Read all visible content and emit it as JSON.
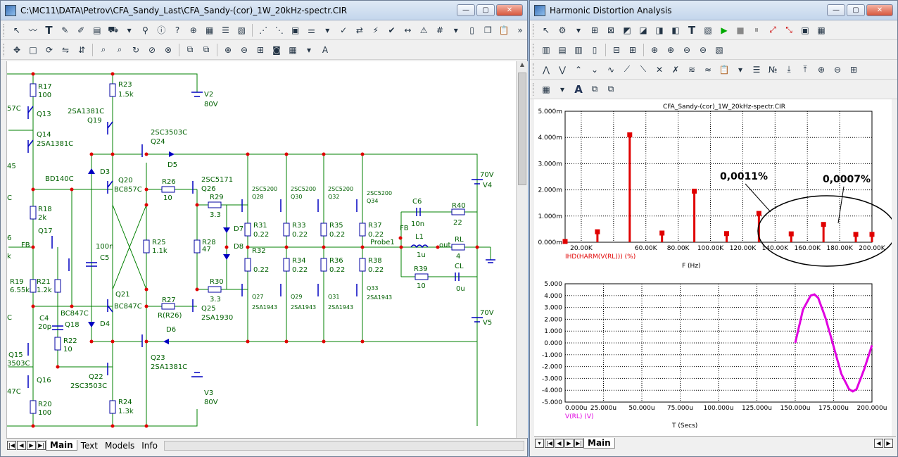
{
  "schematic_window": {
    "title": "C:\\MC11\\DATA\\Petrov\\CFA_Sandy_Last\\CFA_Sandy-(cor)_1W_20kHz-spectr.CIR",
    "tabs": [
      "Main",
      "Text",
      "Models",
      "Info"
    ],
    "active_tab": "Main",
    "components": {
      "r17": "R17",
      "r17v": "100",
      "r23": "R23",
      "r23v": "1.5k",
      "v2": "V2",
      "v2v": "80V",
      "q13": "Q13",
      "q13p": "57C",
      "q14": "Q14",
      "q14t": "2SA1381C",
      "q19t": "2SA1381C",
      "q19": "Q19",
      "q24t": "2SC3503C",
      "q24": "Q24",
      "d5": "D5",
      "d3": "D3",
      "q20": "Q20",
      "q20t": "BC857C",
      "bd": "BD140C",
      "r26": "R26",
      "r26v": "10",
      "q26t": "2SC5171",
      "q26": "Q26",
      "r29": "R29",
      "r29v": "3.3",
      "r18": "R18",
      "r18v": "2k",
      "q17": "Q17",
      "fb": "FB",
      "six": "6",
      "c5v": "100n",
      "c5": "C5",
      "r25": "R25",
      "r25v": "1.1k",
      "r28": "R28",
      "r28v": "47",
      "d7": "D7",
      "d8": "D8",
      "r19": "R19",
      "r19v": "6.55k",
      "r21": "R21",
      "r21v": "1.2k",
      "q21": "Q21",
      "q21t": "BC847C",
      "r27": "R27",
      "r27v": "R(R26)",
      "r30": "R30",
      "r30v": "3.3",
      "q25": "Q25",
      "q25t": "2SA1930",
      "c4": "C4",
      "c4v": "20p",
      "bc847": "BC847C",
      "q18": "Q18",
      "d4": "D4",
      "d6": "D6",
      "r22": "R22",
      "r22v": "10",
      "q15": "Q15",
      "q15t": "3503C",
      "q23": "Q23",
      "q23t": "2SA1381C",
      "q22": "Q22",
      "q22t": "2SC3503C",
      "q16": "Q16",
      "q16p": "47C",
      "r24": "R24",
      "r24v": "1.3k",
      "r20": "R20",
      "r20v": "100",
      "v3": "V3",
      "v3v": "80V",
      "q28t": "2SC5200",
      "q28": "Q28",
      "q30t": "2SC5200",
      "q30": "Q30",
      "q32t": "2SC5200",
      "q32": "Q32",
      "q34t": "2SC5200",
      "q34": "Q34",
      "r31": "R31",
      "r31v": "0.22",
      "r33": "R33",
      "r33v": "0.22",
      "r35": "R35",
      "r35v": "0.22",
      "r37": "R37",
      "r37v": "0.22",
      "r32": "R32",
      "r32v": "0.22",
      "r34": "R34",
      "r34v": "0.22",
      "r36": "R36",
      "r36v": "0.22",
      "r38": "R38",
      "r38v": "0.22",
      "q27": "Q27",
      "q27t": "2SA1943",
      "q29": "Q29",
      "q29t": "2SA1943",
      "q31": "Q31",
      "q31t": "2SA1943",
      "q33": "Q33",
      "q33t": "2SA1943",
      "c6": "C6",
      "c6v": "10n",
      "r40": "R40",
      "r40v": "22",
      "fb2": "FB",
      "probe": "Probe1",
      "l1": "L1",
      "l1v": "1u",
      "out": "out",
      "rl": "RL",
      "rlv": "4",
      "cl": "CL",
      "clv": "0u",
      "r39": "R39",
      "r39v": "10",
      "v4v": "70V",
      "v4": "V4",
      "v5v": "70V",
      "v5": "V5",
      "edge45": "45",
      "edgeC1": "C",
      "edgeC2": "C",
      "edgek": "k"
    }
  },
  "analysis_window": {
    "title": "Harmonic Distortion Analysis",
    "tabs": [
      "Main"
    ],
    "active_tab": "Main"
  },
  "chart_data": [
    {
      "type": "bar",
      "title": "CFA_Sandy-(cor)_1W_20kHz-spectr.CIR",
      "series_label": "IHD(HARM(V(RL))) (%)",
      "xlabel": "F (Hz)",
      "x_ticks": [
        "20.00K",
        "60.00K",
        "80.00K",
        "100.00K",
        "120.00K",
        "140.00K",
        "160.00K",
        "180.00K",
        "200.00K"
      ],
      "y_ticks": [
        "0.000m",
        "1.000m",
        "2.000m",
        "3.000m",
        "4.000m",
        "5.000m"
      ],
      "xlim": [
        10000,
        200000
      ],
      "ylim": [
        0,
        5
      ],
      "x": [
        10000,
        30000,
        50000,
        70000,
        90000,
        110000,
        130000,
        150000,
        170000,
        190000,
        200000
      ],
      "values": [
        0.03,
        0.4,
        4.1,
        0.35,
        1.95,
        0.33,
        1.1,
        0.32,
        0.68,
        0.3,
        0.3
      ],
      "annotations": [
        "0,0011%",
        "0,0007%"
      ],
      "color": "#e00000",
      "grid": true
    },
    {
      "type": "line",
      "series_label": "V(RL) (V)",
      "xlabel": "T (Secs)",
      "x_ticks": [
        "0.000u",
        "25.000u",
        "50.000u",
        "75.000u",
        "100.000u",
        "125.000u",
        "150.000u",
        "175.000u",
        "200.000u"
      ],
      "y_ticks": [
        "5.000",
        "4.000",
        "3.000",
        "2.000",
        "1.000",
        "0.000",
        "-1.000",
        "-2.000",
        "-3.000",
        "-4.000",
        "-5.000"
      ],
      "xlim": [
        0,
        200
      ],
      "ylim": [
        -5,
        5
      ],
      "x": [
        150,
        155,
        160,
        162.5,
        165,
        170,
        175,
        180,
        185,
        187.5,
        190,
        195,
        200
      ],
      "values": [
        0.0,
        2.8,
        4.0,
        4.1,
        3.8,
        2.0,
        -0.3,
        -2.6,
        -3.9,
        -4.1,
        -3.9,
        -2.2,
        -0.2
      ],
      "color": "#e000e0",
      "grid": true
    }
  ]
}
